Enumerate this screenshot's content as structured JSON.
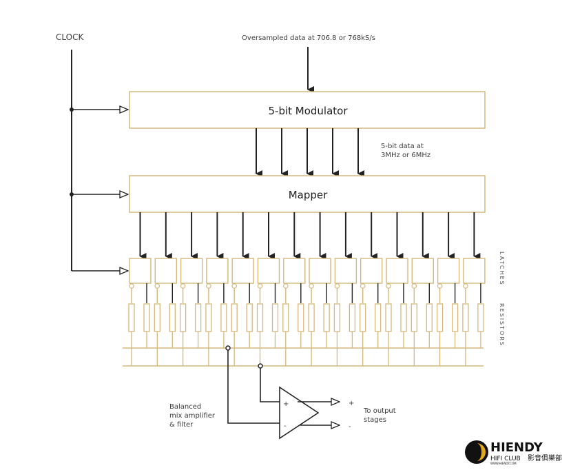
{
  "diagram": {
    "clock_label": "CLOCK",
    "input_label": "Oversampled data at 706.8 or 768kS/s",
    "modulator_label": "5-bit Modulator",
    "mapper_label": "Mapper",
    "data_rate_label_line1": "5-bit data at",
    "data_rate_label_line2": "3MHz or 6MHz",
    "latches_label": "LATCHES",
    "resistors_label": "RESISTORS",
    "amp_label_line1": "Balanced",
    "amp_label_line2": "mix amplifier",
    "amp_label_line3": "& filter",
    "amp_plus": "+",
    "amp_minus": "-",
    "out_plus": "+",
    "out_minus": "-",
    "output_label_line1": "To output",
    "output_label_line2": "stages",
    "latch_count": 14,
    "modulator_arrow_count": 5,
    "colors": {
      "block_stroke": "#d4b87c",
      "bus": "#d4b87c",
      "line": "#222222"
    }
  },
  "logo": {
    "brand": "HIENDY",
    "subtitle": "HIFI CLUB",
    "url": "WWW.HIENDY.COM",
    "chinese": "影音俱樂部"
  }
}
